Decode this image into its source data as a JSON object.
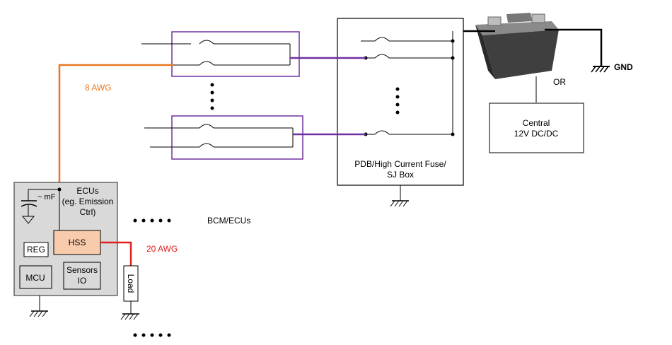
{
  "labels": {
    "gnd": "GND",
    "or": "OR",
    "central_line1": "Central",
    "central_line2": "12V DC/DC",
    "pdb_line1": "PDB/High Current Fuse/",
    "pdb_line2": "SJ Box",
    "wire_8awg": "8 AWG",
    "wire_20awg": "20 AWG",
    "bcm": "BCM/ECUs",
    "ecu_line1": "ECUs",
    "ecu_line2": "(eg. Emission",
    "ecu_line3": "Ctrl)",
    "cap": "~ mF",
    "hss": "HSS",
    "reg": "REG",
    "mcu": "MCU",
    "sensors_line1": "Sensors",
    "sensors_line2": "IO",
    "load": "Load"
  },
  "colors": {
    "line": "#000000",
    "purple": "#7030a0",
    "orange": "#e87722",
    "red": "#e02020",
    "ecu_fill": "#d9d9d9",
    "hss_fill": "#f8cbad",
    "battery": "#555555"
  },
  "icons": [
    "ground-icon",
    "fuse-icon",
    "battery-icon",
    "capacitor-icon"
  ]
}
